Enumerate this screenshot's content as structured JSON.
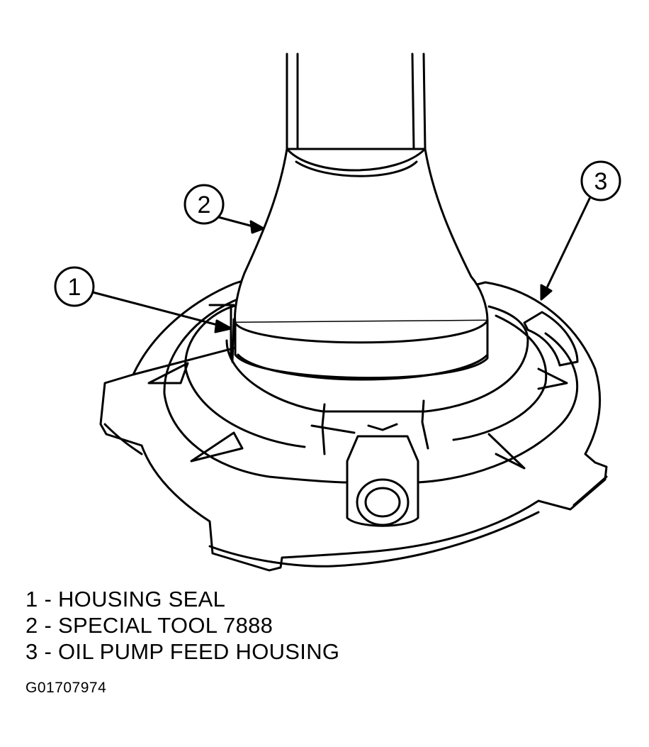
{
  "figure": {
    "callouts": [
      {
        "number": "1",
        "part": "housing-seal"
      },
      {
        "number": "2",
        "part": "special-tool"
      },
      {
        "number": "3",
        "part": "oil-pump-feed-housing"
      }
    ],
    "legend": [
      "1 - HOUSING SEAL",
      "2 - SPECIAL TOOL 7888",
      "3 - OIL PUMP FEED HOUSING"
    ],
    "figure_id": "G01707974"
  },
  "colors": {
    "line": "#000000",
    "background": "#ffffff"
  }
}
